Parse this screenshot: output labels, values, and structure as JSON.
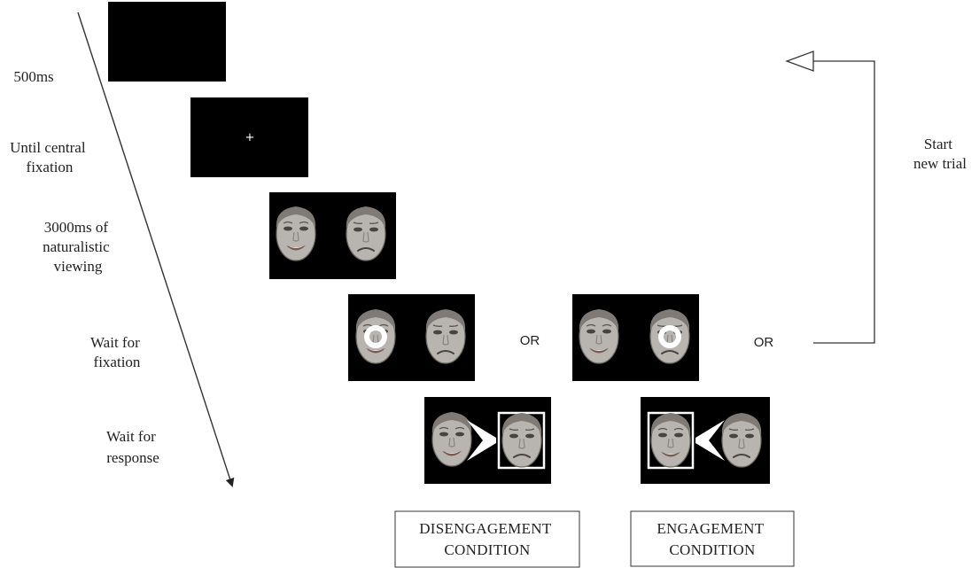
{
  "timeline": {
    "steps": [
      {
        "label_lines": [
          "500ms"
        ]
      },
      {
        "label_lines": [
          "Until central",
          "fixation"
        ]
      },
      {
        "label_lines": [
          "3000ms of",
          "naturalistic",
          "viewing"
        ]
      },
      {
        "label_lines": [
          "Wait for",
          "fixation"
        ]
      },
      {
        "label_lines": [
          "Wait for",
          "response"
        ]
      }
    ]
  },
  "fixation_symbol": "+",
  "or_labels": [
    "OR",
    "OR"
  ],
  "loop_label_lines": [
    "Start",
    "new trial"
  ],
  "conditions": [
    {
      "lines": [
        "DISENGAGEMENT",
        "CONDITION"
      ]
    },
    {
      "lines": [
        "ENGAGEMENT",
        "CONDITION"
      ]
    }
  ],
  "colors": {
    "screen": "#000000",
    "marker": "#ffffff",
    "line": "#333333"
  }
}
